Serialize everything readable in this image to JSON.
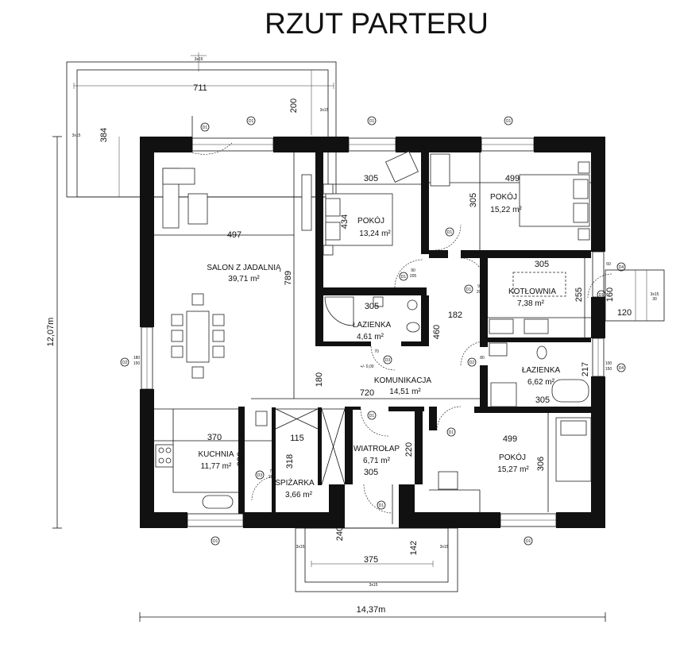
{
  "title": "RZUT PARTERU",
  "rooms": {
    "salon": {
      "name": "SALON Z JADALNIĄ",
      "area": "39,71 m²"
    },
    "pokoj1": {
      "name": "POKÓJ",
      "area": "13,24 m²"
    },
    "pokoj2": {
      "name": "POKÓJ",
      "area": "15,22 m²"
    },
    "kotlownia": {
      "name": "KOTŁOWNIA",
      "area": "7,38 m²"
    },
    "lazienka1": {
      "name": "ŁAZIENKA",
      "area": "4,61 m²"
    },
    "lazienka2": {
      "name": "ŁAZIENKA",
      "area": "6,62 m²"
    },
    "komunikacja": {
      "name": "KOMUNIKACJA",
      "area": "14,51 m²"
    },
    "kuchnia": {
      "name": "KUCHNIA",
      "area": "11,77 m²"
    },
    "spizarka": {
      "name": "SPIŻARKA",
      "area": "3,66 m²"
    },
    "wiatrolap": {
      "name": "WIATROŁAP",
      "area": "6,71 m²"
    },
    "pokoj3": {
      "name": "POKÓJ",
      "area": "15,27 m²"
    }
  },
  "dims": {
    "terrace_w": "711",
    "terrace_h": "384",
    "terrace_200": "200",
    "d305a": "305",
    "d434": "434",
    "d497": "497",
    "d789": "789",
    "d499a": "499",
    "d305b": "305",
    "d305c": "305",
    "d255": "255",
    "d160": "160",
    "d120": "120",
    "d305d": "305",
    "d460": "460",
    "d182": "182",
    "d217": "217",
    "d305e": "305",
    "d720": "720",
    "d180": "180",
    "d370": "370",
    "d115": "115",
    "d330": "330",
    "d318": "318",
    "d220": "220",
    "d305f": "305",
    "d499b": "499",
    "d306": "306",
    "d240": "240",
    "d375": "375",
    "d142": "142",
    "total_w": "14,37m",
    "total_h": "12,07m",
    "floor_level": "+/- 0,00"
  },
  "marks": {
    "d1": "D1",
    "d2": "D2",
    "d3": "D3",
    "d4": "D4",
    "o1": "O1",
    "o2": "O2",
    "door90": "90",
    "door205": "205",
    "door80": "80",
    "door70": "70",
    "win150": "150",
    "win100": "100",
    "win180": "180",
    "win60": "60",
    "step3x15": "3x15",
    "step30": "30"
  }
}
